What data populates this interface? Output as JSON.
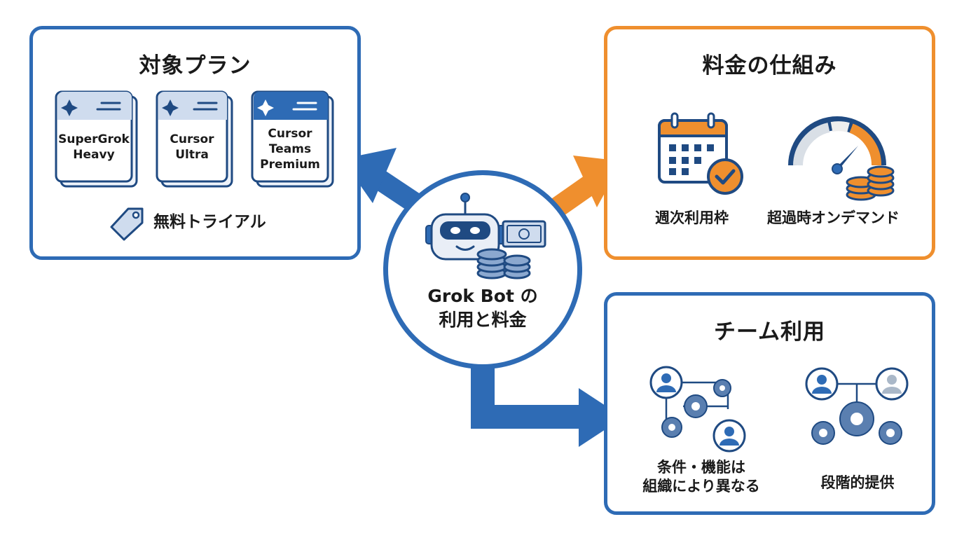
{
  "center": {
    "title_line1": "Grok Bot の",
    "title_line2": "利用と料金"
  },
  "plans_panel": {
    "title": "対象プラン",
    "cards": [
      {
        "line1": "SuperGrok",
        "line2": "Heavy",
        "line3": ""
      },
      {
        "line1": "Cursor",
        "line2": "Ultra",
        "line3": ""
      },
      {
        "line1": "Cursor",
        "line2": "Teams",
        "line3": "Premium"
      }
    ],
    "trial_label": "無料トライアル"
  },
  "pricing_panel": {
    "title": "料金の仕組み",
    "items": [
      {
        "label": "週次利用枠",
        "icon": "calendar-check-icon"
      },
      {
        "label": "超過時オンデマンド",
        "icon": "gauge-coins-icon"
      }
    ]
  },
  "team_panel": {
    "title": "チーム利用",
    "items": [
      {
        "label_line1": "条件・機能は",
        "label_line2": "組織により異なる",
        "icon": "people-gears-network-icon"
      },
      {
        "label_line1": "段階的提供",
        "label_line2": "",
        "icon": "people-gear-rollout-icon"
      }
    ]
  },
  "colors": {
    "blue": "#2e6bb5",
    "dark_blue": "#1f4a82",
    "light_blue": "#cfdcee",
    "orange": "#ef8f2e",
    "text": "#1a1a1a"
  }
}
